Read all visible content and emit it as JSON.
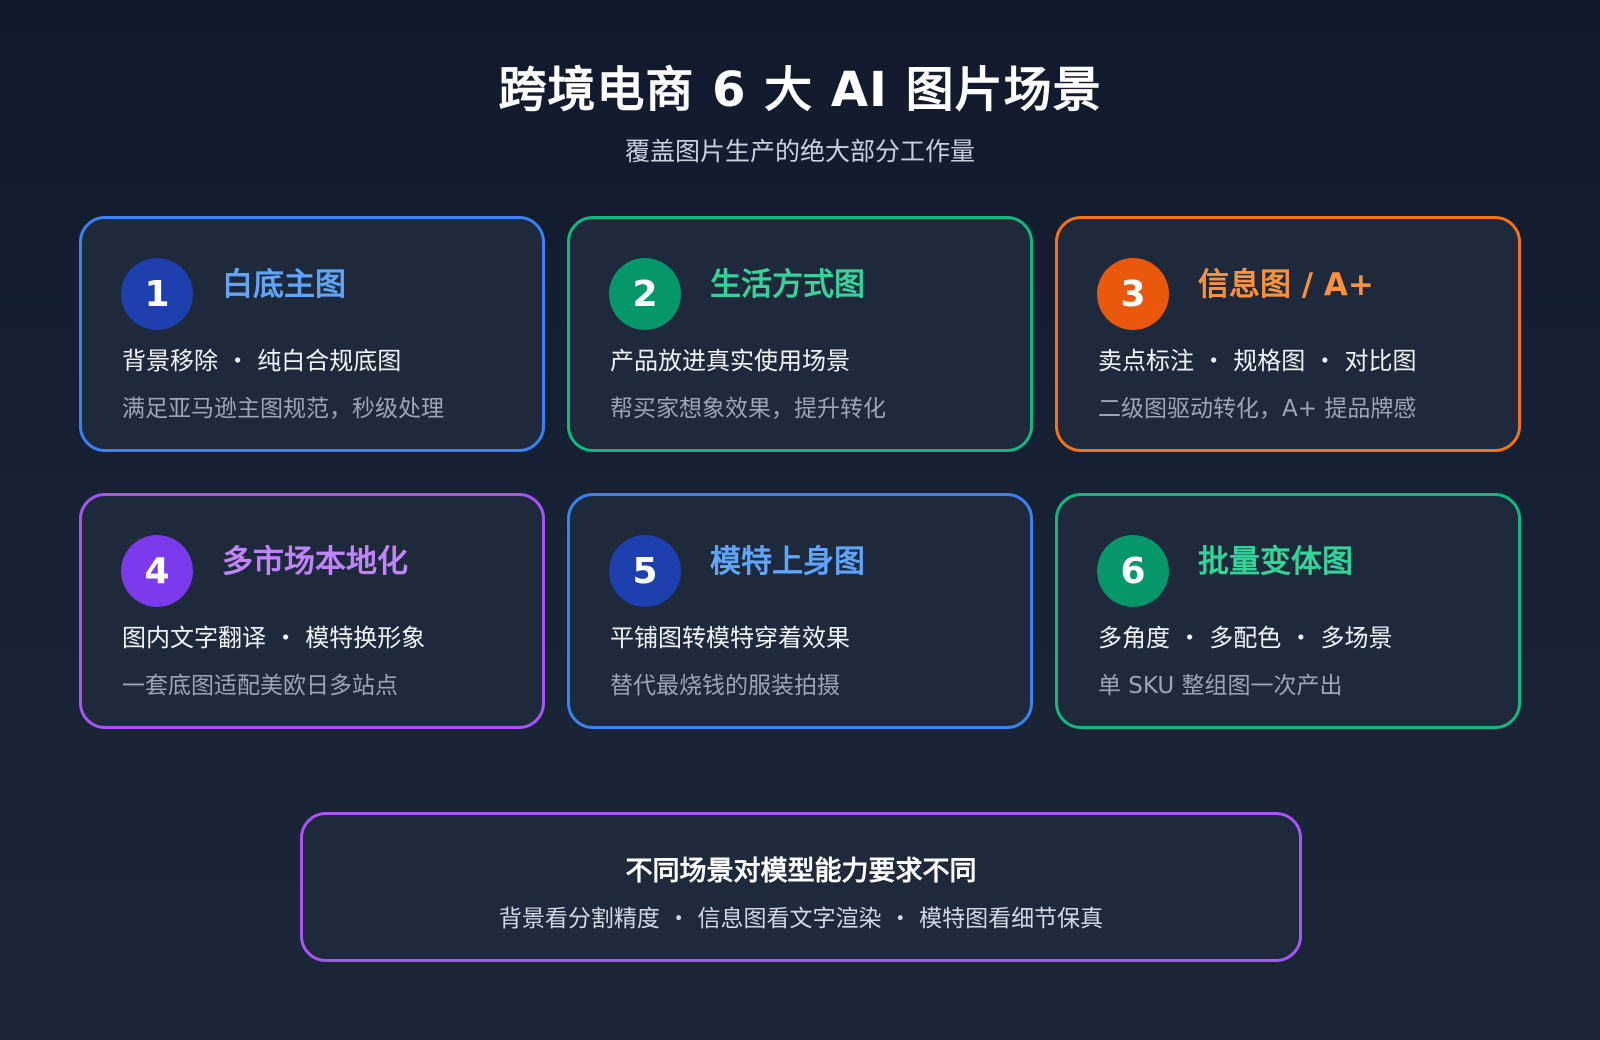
{
  "page": {
    "title": "跨境电商 6 大 AI 图片场景",
    "subtitle": "覆盖图片生产的绝大部分工作量"
  },
  "cards": [
    {
      "number": "1",
      "title": "白底主图",
      "points": "背景移除 ・ 纯白合规底图",
      "desc": "满足亚马逊主图规范，秒级处理",
      "border_color": "#3b82f6",
      "badge_color": "#1e40af",
      "title_color": "#60a5fa"
    },
    {
      "number": "2",
      "title": "生活方式图",
      "points": "产品放进真实使用场景",
      "desc": "帮买家想象效果，提升转化",
      "border_color": "#10b981",
      "badge_color": "#059669",
      "title_color": "#34d399"
    },
    {
      "number": "3",
      "title": "信息图 / A+",
      "points": "卖点标注 ・ 规格图 ・ 对比图",
      "desc": "二级图驱动转化，A+ 提品牌感",
      "border_color": "#f97316",
      "badge_color": "#ea580c",
      "title_color": "#fb923c"
    },
    {
      "number": "4",
      "title": "多市场本地化",
      "points": "图内文字翻译 ・ 模特换形象",
      "desc": "一套底图适配美欧日多站点",
      "border_color": "#a855f7",
      "badge_color": "#7c3aed",
      "title_color": "#c084fc"
    },
    {
      "number": "5",
      "title": "模特上身图",
      "points": "平铺图转模特穿着效果",
      "desc": "替代最烧钱的服装拍摄",
      "border_color": "#3b82f6",
      "badge_color": "#1e40af",
      "title_color": "#60a5fa"
    },
    {
      "number": "6",
      "title": "批量变体图",
      "points": "多角度 ・ 多配色 ・ 多场景",
      "desc": "单 SKU 整组图一次产出",
      "border_color": "#10b981",
      "badge_color": "#059669",
      "title_color": "#34d399"
    }
  ],
  "note": {
    "title": "不同场景对模型能力要求不同",
    "text": "背景看分割精度 ・ 信息图看文字渲染 ・ 模特图看细节保真",
    "border_color": "#a855f7"
  }
}
